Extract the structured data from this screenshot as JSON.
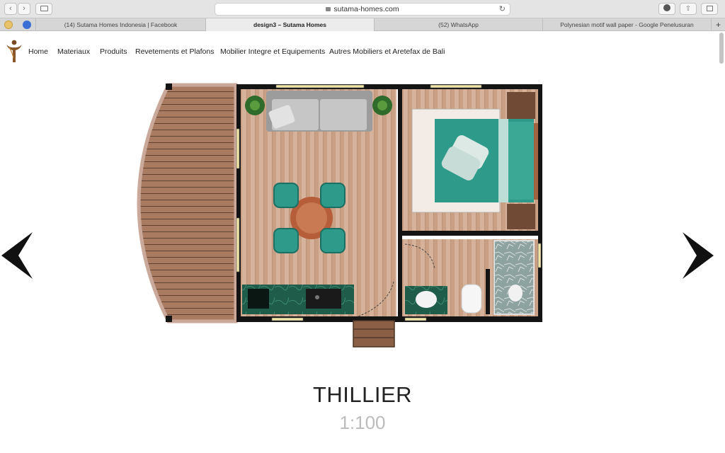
{
  "browser": {
    "url": "sutama-homes.com",
    "tabs": [
      {
        "label": "(14) Sutama Homes Indonesia | Facebook"
      },
      {
        "label": "design3 – Sutama Homes"
      },
      {
        "label": "(52) WhatsApp"
      },
      {
        "label": "Polynesian motif wall paper - Google Penelusuran"
      }
    ],
    "new_tab": "+"
  },
  "nav": {
    "items": [
      {
        "label": "Home"
      },
      {
        "label": "Materiaux"
      },
      {
        "label": "Produits"
      },
      {
        "label": "Revetements et Plafons"
      },
      {
        "label": "Mobilier Integre et Equipements"
      },
      {
        "label": "Autres Mobiliers et Aretefax de Bali"
      }
    ]
  },
  "plan": {
    "title": "THILLIER",
    "scale": "1:100"
  },
  "colors": {
    "accent_teal": "#2e9a89",
    "deck_wood": "#a87a5e",
    "floor_wood": "#c99e84",
    "wall": "#111111"
  }
}
